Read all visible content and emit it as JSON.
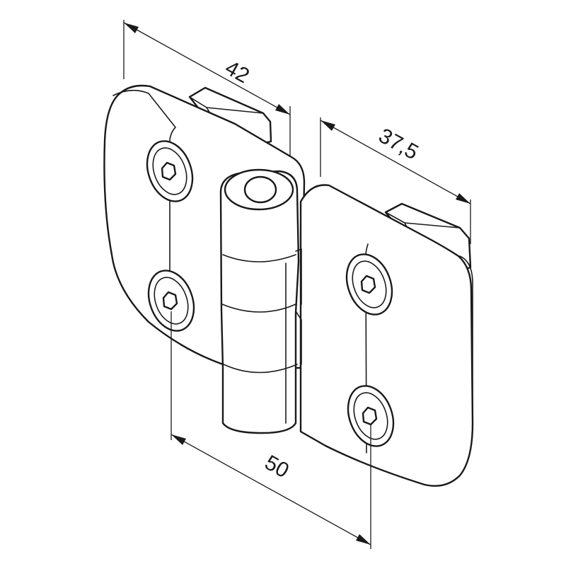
{
  "drawing": {
    "subject": "door-hinge",
    "line_color": "#1a1a1a",
    "background_color": "#ffffff"
  },
  "dimensions": {
    "width_left_leaf": "42",
    "width_right_leaf": "37,5",
    "hole_spacing": "50"
  }
}
